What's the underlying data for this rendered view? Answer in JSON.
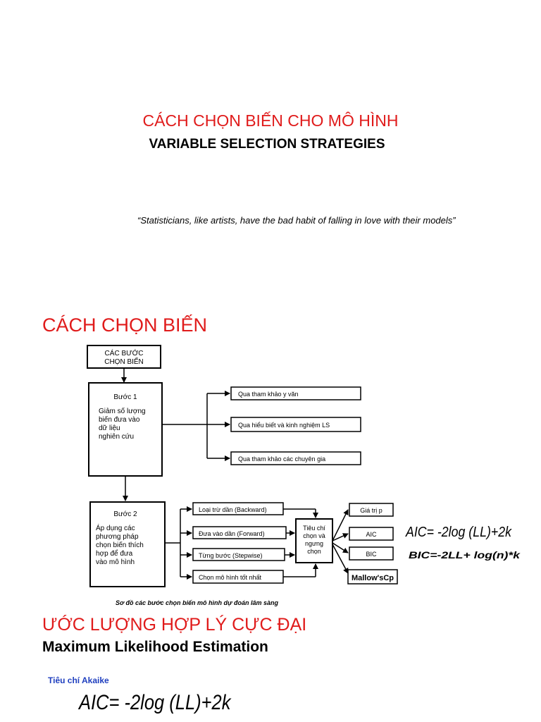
{
  "slide1": {
    "title_vn": "CÁCH CHỌN BIẾN CHO MÔ HÌNH",
    "title_en": "VARIABLE SELECTION STRATEGIES",
    "quote": "“Statisticians, like artists, have the bad habit of falling in love with their models”"
  },
  "slide2": {
    "heading": "CÁCH CHỌN BIẾN",
    "flow": {
      "root": [
        "CÁC BƯỚC",
        "CHỌN BIẾN"
      ],
      "step1_title": "Bước 1",
      "step1_desc": [
        "Giảm số lượng",
        "biến đưa vào",
        "dữ liệu",
        "nghiên cứu"
      ],
      "step1_options": [
        "Qua tham khảo y văn",
        "Qua hiểu biết và kinh nghiệm LS",
        "Qua tham khảo các chuyên gia"
      ],
      "step2_title": "Bước 2",
      "step2_desc": [
        "Áp dụng các",
        "phương pháp",
        "chọn biến thích",
        "hợp để đưa",
        "vào mô hình"
      ],
      "step2_methods": [
        "Loại trừ dần (Backward)",
        "Đưa vào dần (Forward)",
        "Từng bước (Stepwise)",
        "Chọn mô hình tốt nhất"
      ],
      "criteria": [
        "Tiêu chí",
        "chọn và",
        "ngưng",
        "chọn"
      ],
      "criteria_options": [
        "Giá trị p",
        "AIC",
        "BIC",
        "Mallow'sCp"
      ],
      "aic_formula": "AIC= -2log (LL)+2k",
      "bic_formula": "BIC=-2LL+ log(n)*k",
      "caption": "Sơ đồ các bước chọn biến mô hình dự đoán lâm sàng"
    }
  },
  "slide3": {
    "heading": "ƯỚC LƯỢNG HỢP LÝ CỰC ĐẠI",
    "subheading": "Maximum Likelihood Estimation",
    "label": "Tiêu chí Akaike",
    "formula": "AIC= -2log (LL)+2k"
  },
  "colors": {
    "heading_red": "#e01b1b",
    "label_blue": "#1f3fbf"
  }
}
